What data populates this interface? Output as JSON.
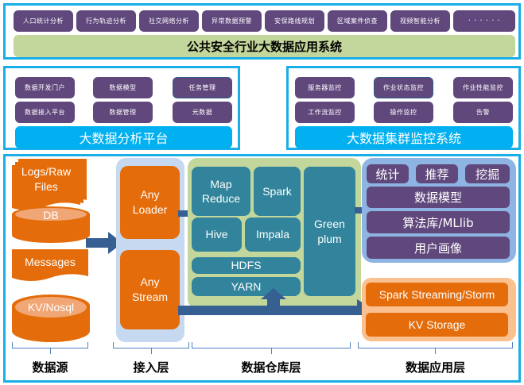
{
  "top_panel": {
    "apps": [
      "人口统计分析",
      "行为轨迹分析",
      "社交网络分析",
      "异常数据预警",
      "安保路线规划",
      "区域案件侦查",
      "视频智能分析",
      "· · · · · ·"
    ],
    "title": "公共安全行业大数据应用系统"
  },
  "analysis_platform": {
    "items": [
      "数据开发门户",
      "数据模型",
      "任务管理",
      "数据接入平台",
      "数据管理",
      "元数据"
    ],
    "title": "大数据分析平台"
  },
  "cluster_monitor": {
    "items": [
      "服务器监控",
      "作业状态监控",
      "作业性能监控",
      "工作流监控",
      "操作监控",
      "告警"
    ],
    "title": "大数据集群监控系统"
  },
  "data_sources": {
    "items": [
      "Logs/Raw Files",
      "DB",
      "Messages",
      "KV/Nosql"
    ],
    "label": "数据源"
  },
  "ingestion": {
    "items": [
      "Any Loader",
      "Any Stream"
    ],
    "label": "接入层"
  },
  "warehouse": {
    "mapreduce": "Map Reduce",
    "spark": "Spark",
    "hive": "Hive",
    "impala": "Impala",
    "hdfs": "HDFS",
    "yarn": "YARN",
    "greenplum": "Green plum",
    "label": "数据仓库层"
  },
  "application": {
    "top": [
      "统计",
      "推荐",
      "挖掘"
    ],
    "rows": [
      "数据模型",
      "算法库/MLlib",
      "用户画像"
    ],
    "streaming": "Spark Streaming/Storm",
    "kv": "KV Storage",
    "label": "数据应用层"
  },
  "colors": {
    "frame": "#1aaee8",
    "purple": "#60487c",
    "green": "#c3d69b",
    "cyan": "#00b0f0",
    "orange": "#e46c0a",
    "teal": "#31849b",
    "arrow": "#376092"
  }
}
